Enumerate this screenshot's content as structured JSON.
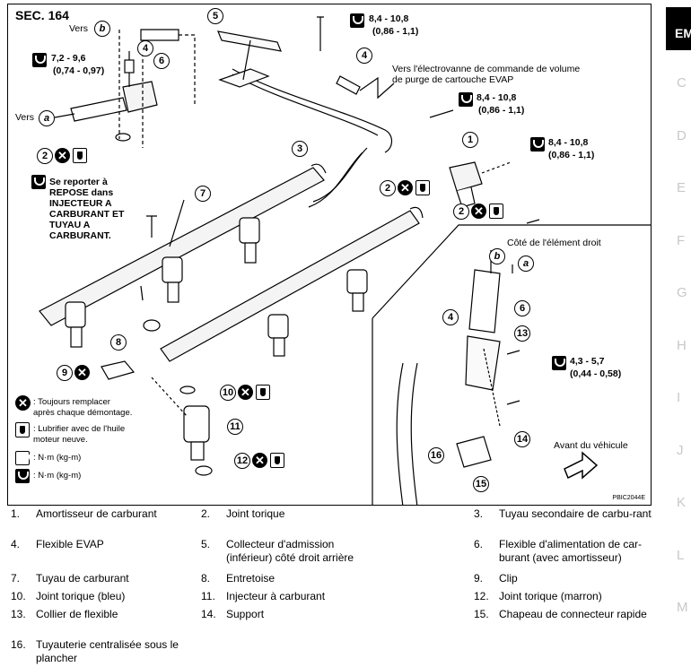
{
  "figure": {
    "section": "SEC. 164",
    "ref_code": "PBIC2044E",
    "vers_b": "Vers",
    "vers_a": "Vers",
    "evap_note": "Vers l'électrovanne de commande de volume\nde purge de cartouche EVAP",
    "repose_note": "Se reporter à\nREPOSE dans\nINJECTEUR A\nCARBURANT ET\nTUYAU A\nCARBURANT.",
    "right_side_title": "Côté de l'élément droit",
    "vehicle_front": "Avant du véhicule",
    "torques": [
      {
        "id": "t1",
        "value": "8,4 - 10,8",
        "kg": "(0,86 - 1,1)"
      },
      {
        "id": "t2",
        "value": "7,2 - 9,6",
        "kg": "(0,74 - 0,97)"
      },
      {
        "id": "t3",
        "value": "8,4 - 10,8",
        "kg": "(0,86 - 1,1)"
      },
      {
        "id": "t4",
        "value": "8,4 - 10,8",
        "kg": "(0,86 - 1,1)"
      },
      {
        "id": "t5",
        "value": "4,3 - 5,7",
        "kg": "(0,44 - 0,58)"
      }
    ],
    "callouts": {
      "c1": "1",
      "c2a": "2",
      "c2b": "2",
      "c2c": "2",
      "c3": "3",
      "c4a": "4",
      "c4b": "4",
      "c4c": "4",
      "c5": "5",
      "c6a": "6",
      "c6b": "6",
      "c7": "7",
      "c8": "8",
      "c9": "9",
      "c10": "10",
      "c11": "11",
      "c12": "12",
      "c13": "13",
      "c14": "14",
      "c15": "15",
      "c16": "16",
      "ca1": "a",
      "ca2": "a",
      "cb1": "b",
      "cb2": "b"
    },
    "symbol_legend": {
      "replace": ": Toujours remplacer\naprès chaque démontage.",
      "lubricate": ": Lubrifier avec de l'huile\nmoteur neuve.",
      "torque1": ": N·m (kg-m)",
      "torque2": ": N·m (kg-m)"
    }
  },
  "legend": [
    {
      "num": "1.",
      "text": "Amortisseur de carburant"
    },
    {
      "num": "2.",
      "text": "Joint torique"
    },
    {
      "num": "3.",
      "text": "Tuyau secondaire de carbu-rant"
    },
    {
      "num": "4.",
      "text": "Flexible EVAP"
    },
    {
      "num": "5.",
      "text": "Collecteur d'admission (inférieur) côté droit arrière"
    },
    {
      "num": "6.",
      "text": "Flexible d'alimentation de car-burant (avec amortisseur)"
    },
    {
      "num": "7.",
      "text": "Tuyau de carburant"
    },
    {
      "num": "8.",
      "text": "Entretoise"
    },
    {
      "num": "9.",
      "text": "Clip"
    },
    {
      "num": "10.",
      "text": "Joint torique (bleu)"
    },
    {
      "num": "11.",
      "text": "Injecteur à carburant"
    },
    {
      "num": "12.",
      "text": "Joint torique (marron)"
    },
    {
      "num": "13.",
      "text": "Collier de flexible"
    },
    {
      "num": "14.",
      "text": "Support"
    },
    {
      "num": "15.",
      "text": "Chapeau de connecteur rapide"
    },
    {
      "num": "16.",
      "text": "Tuyauterie centralisée sous le plancher"
    }
  ],
  "side_tabs": [
    "EM",
    "C",
    "D",
    "E",
    "F",
    "G",
    "H",
    "I",
    "J",
    "K",
    "L",
    "M"
  ]
}
